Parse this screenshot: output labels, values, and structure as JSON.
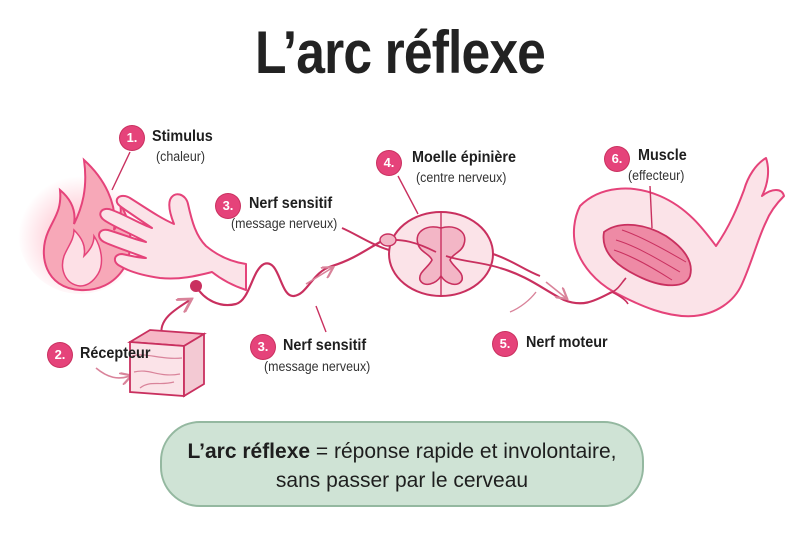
{
  "title": "L’arc réflexe",
  "steps": [
    {
      "number": "1.",
      "label": "Stimulus",
      "sub": "(chaleur)"
    },
    {
      "number": "2.",
      "label": "Récepteur",
      "sub": ""
    },
    {
      "number": "3.",
      "label": "Nerf sensitif",
      "sub": "(message nerveux)"
    },
    {
      "number": "3.",
      "label": "Nerf sensitif",
      "sub": "(message nerveux)"
    },
    {
      "number": "4.",
      "label": "Moelle épinière",
      "sub": "(centre nerveux)"
    },
    {
      "number": "5.",
      "label": "Nerf moteur",
      "sub": ""
    },
    {
      "number": "6.",
      "label": "Muscle",
      "sub": "(effecteur)"
    }
  ],
  "summary": {
    "term": "L’arc réflexe",
    "definition": " = réponse rapide et involontaire,",
    "line2": "sans passer par le cerveau"
  },
  "colors": {
    "accent": "#e5437a",
    "nerve": "#c9305f",
    "skin_fill": "#fbe3e8",
    "summary_bg": "#cfe3d5"
  },
  "icons": [
    "flame-icon",
    "hand-icon",
    "skin-block-icon",
    "spinal-cord-icon",
    "arm-muscle-icon"
  ]
}
